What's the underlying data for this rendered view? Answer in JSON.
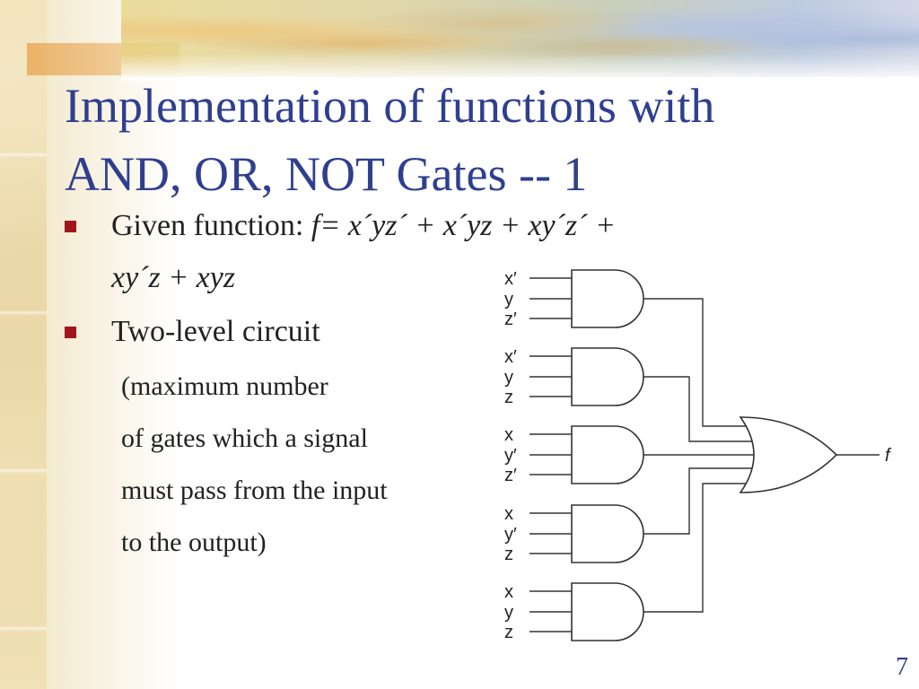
{
  "slide": {
    "title_line1": "Implementation of functions with",
    "title_line2": "AND, OR, NOT Gates -- 1",
    "bullets": [
      {
        "label": "Given function: ",
        "expression_line1": "f= x´yz´  +  x´yz  +  xy´z´  +",
        "expression_line2": "xy´z  +  xyz"
      },
      {
        "label": "Two-level circuit",
        "sub_lines": [
          "(maximum number",
          "of gates which a signal",
          "must pass from the input",
          "to the output)"
        ]
      }
    ],
    "page_number": "7"
  },
  "circuit": {
    "and_gates": [
      {
        "inputs": [
          "x′",
          "y",
          "z′"
        ]
      },
      {
        "inputs": [
          "x′",
          "y",
          "z"
        ]
      },
      {
        "inputs": [
          "x",
          "y′",
          "z′"
        ]
      },
      {
        "inputs": [
          "x",
          "y′",
          "z"
        ]
      },
      {
        "inputs": [
          "x",
          "y",
          "z"
        ]
      }
    ],
    "output_label": "f"
  },
  "colors": {
    "title": "#2f3f8f",
    "bullet": "#a0151c",
    "text": "#222222"
  }
}
